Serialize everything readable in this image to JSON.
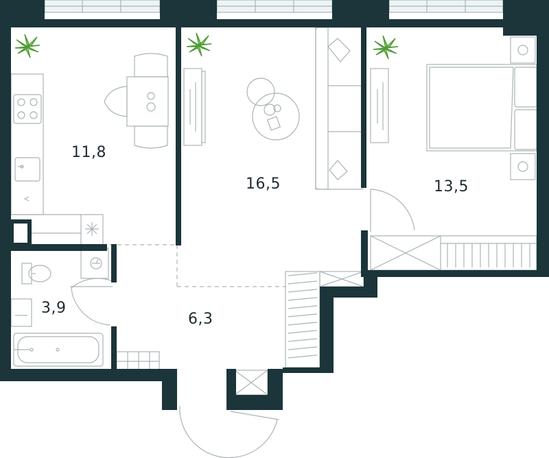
{
  "colors": {
    "wall": "#1c353a",
    "line": "#a9b3b6",
    "window": "#dde9ee",
    "plant_light": "#a7d65a",
    "plant_dark": "#4f9a3a",
    "label": "#1e2d33"
  },
  "rooms": [
    {
      "id": "kitchen",
      "area": "11,8"
    },
    {
      "id": "living",
      "area": "16,5"
    },
    {
      "id": "bedroom",
      "area": "13,5"
    },
    {
      "id": "bathroom",
      "area": "3,9"
    },
    {
      "id": "hallway",
      "area": "6,3"
    }
  ],
  "icons": [
    "plant-icon",
    "stove-icon",
    "sink-icon",
    "toilet-icon",
    "bathtub-icon",
    "washer-icon",
    "bed-icon",
    "sofa-icon",
    "dining-table-icon",
    "tv-icon",
    "door-swing-icon"
  ]
}
